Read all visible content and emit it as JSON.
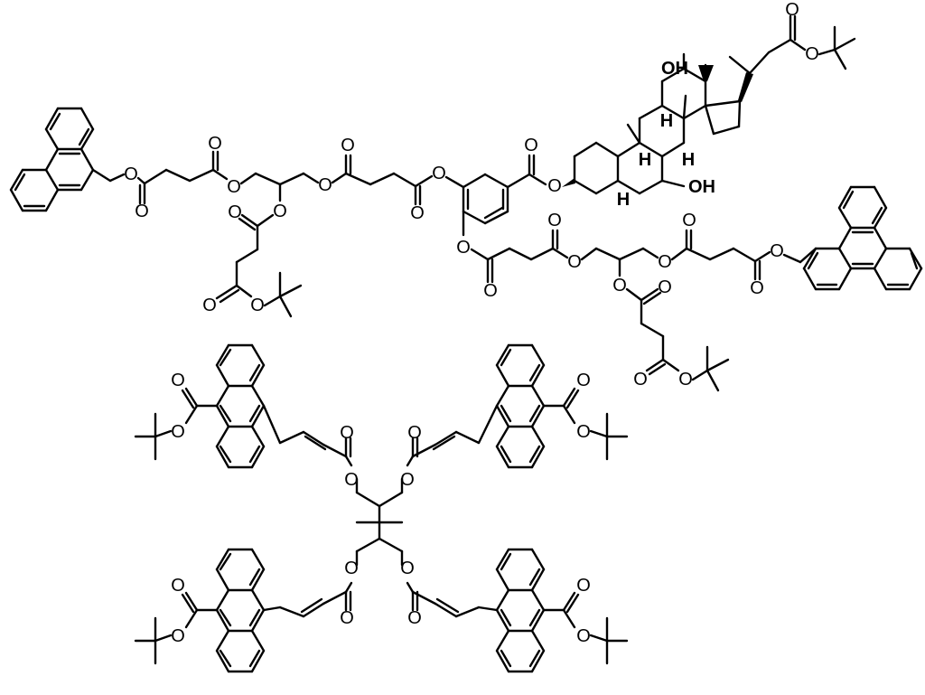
{
  "atom_labels": {
    "oxygen": "O",
    "hydroxyl": "OH",
    "stereo_hydrogen": "H"
  },
  "colors": {
    "background": "#ffffff",
    "bond": "#000000",
    "label": "#000000"
  }
}
